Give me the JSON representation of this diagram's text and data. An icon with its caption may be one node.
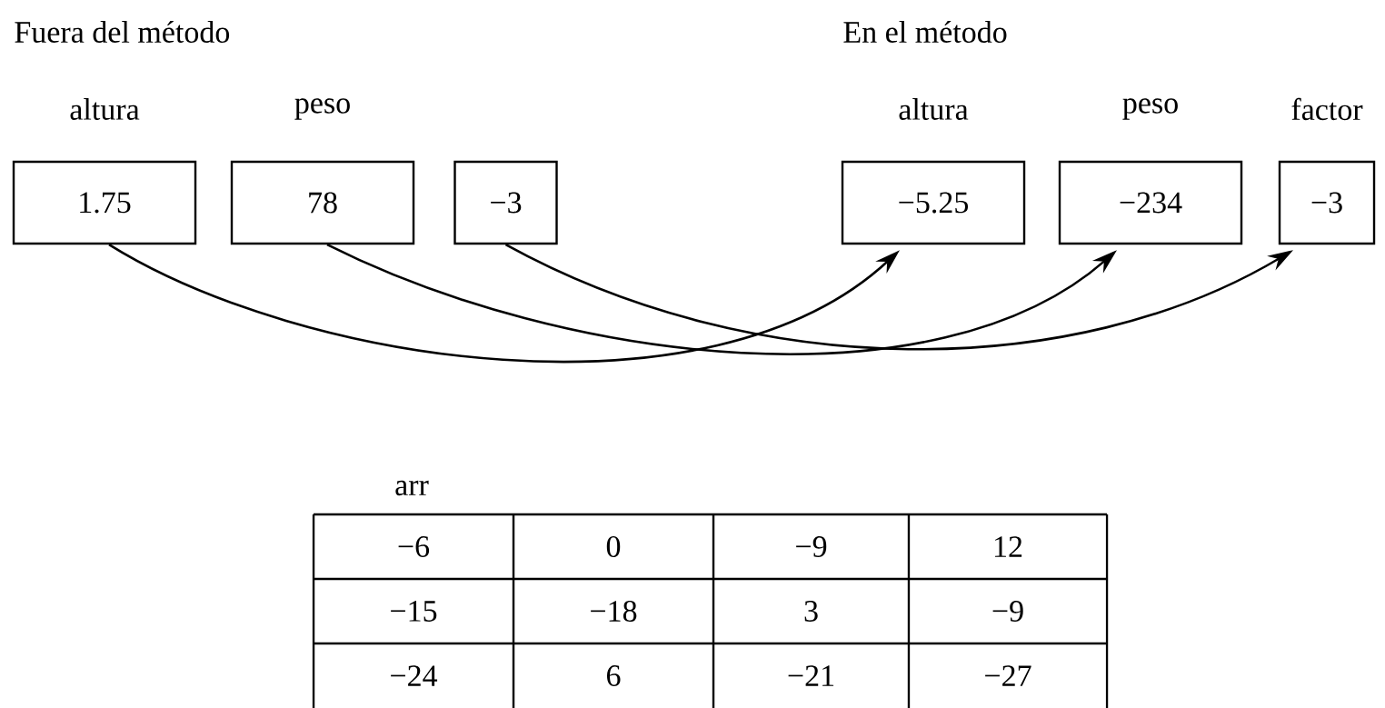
{
  "diagram": {
    "nodes": [
      {
        "text": [
          "altura",
          "1.75"
        ]
      },
      {
        "text": [
          "peso",
          "78"
        ]
      },
      {
        "text": [
          "−3"
        ]
      },
      {
        "text": [
          "altura",
          "−5.25"
        ]
      },
      {
        "text": [
          "peso",
          "−234"
        ]
      },
      {
        "text": [
          "factor",
          "−3"
        ]
      }
    ],
    "edges": [
      {
        "from": 0,
        "to": 3,
        "arrow": "to"
      },
      {
        "from": 1,
        "to": 4,
        "arrow": "to"
      },
      {
        "from": 2,
        "to": 5,
        "arrow": "to"
      }
    ],
    "labels": [
      "Fuera del método",
      "En el método",
      "arr",
      "−6",
      "0",
      "−9",
      "12",
      "−15",
      "−18",
      "3",
      "−9",
      "−24",
      "6",
      "−21",
      "−27"
    ]
  }
}
